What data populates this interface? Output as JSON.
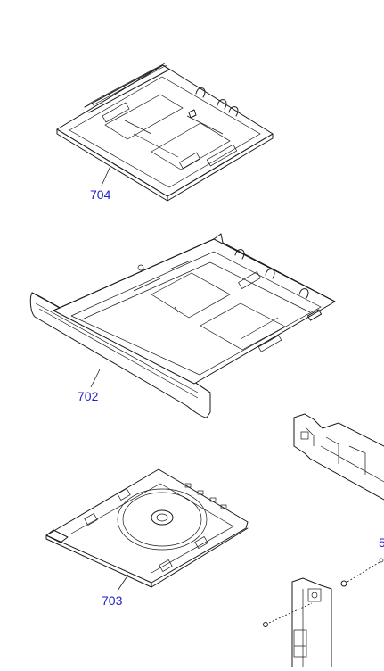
{
  "colors": {
    "line": "#1a1a1a",
    "label": "#2222cc",
    "background": "#ffffff"
  },
  "callouts": {
    "tray_cover": "704",
    "paper_cassette": "702",
    "cd_tray": "703",
    "partial_right": "5"
  }
}
